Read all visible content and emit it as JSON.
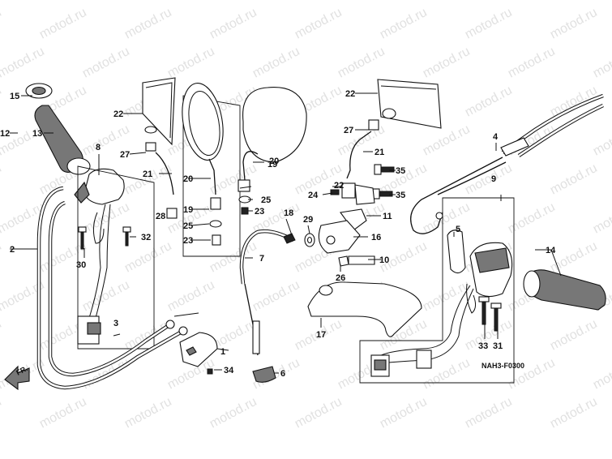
{
  "diagram": {
    "code": "NAH3-F0300",
    "front_arrow": "FR.",
    "watermark": "motod.ru",
    "callouts": [
      "1",
      "2",
      "3",
      "4",
      "5",
      "6",
      "7",
      "8",
      "9",
      "10",
      "11",
      "12",
      "13",
      "14",
      "15",
      "16",
      "17",
      "18",
      "19",
      "20",
      "21",
      "22",
      "23",
      "24",
      "25",
      "26",
      "27",
      "28",
      "29",
      "30",
      "31",
      "32",
      "33",
      "34",
      "35"
    ]
  }
}
